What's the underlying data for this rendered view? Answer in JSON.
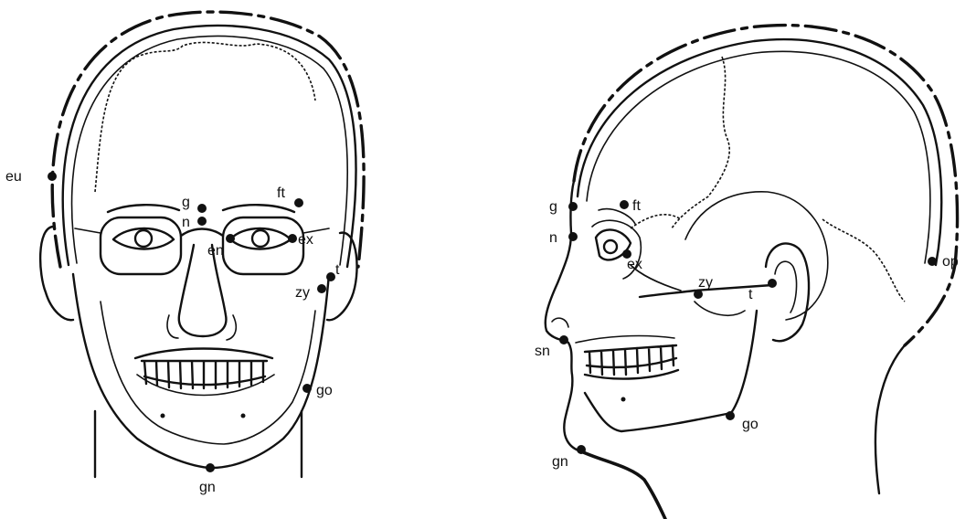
{
  "labels": {
    "front": {
      "eu": "eu",
      "g": "g",
      "n": "n",
      "ft": "ft",
      "en": "en",
      "ex": "ex",
      "t": "t",
      "zy": "zy",
      "go": "go",
      "gn": "gn"
    },
    "profile": {
      "g": "g",
      "ft": "ft",
      "n": "n",
      "ex": "ex",
      "zy": "zy",
      "t": "t",
      "op": "op",
      "sn": "sn",
      "go": "go",
      "gn": "gn"
    }
  }
}
